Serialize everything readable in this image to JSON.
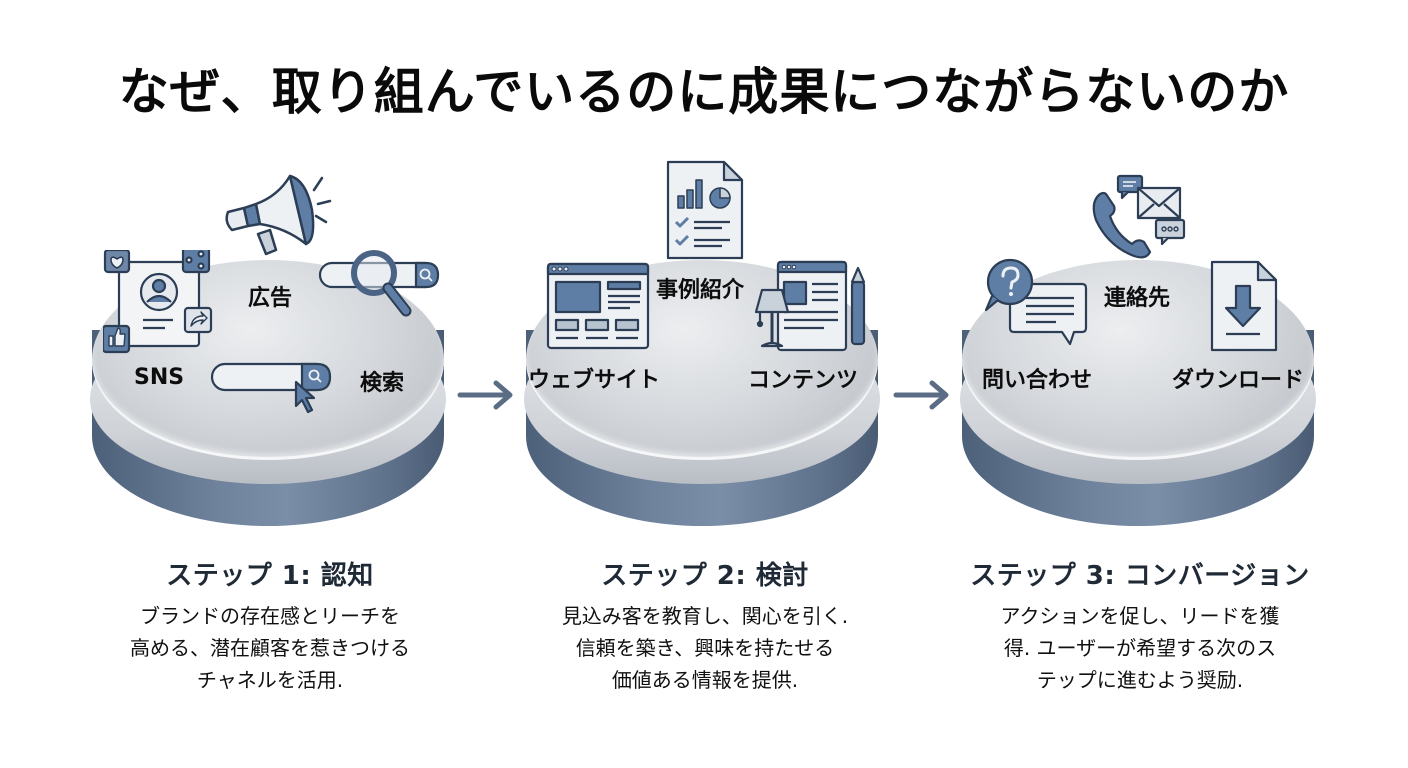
{
  "title": "なぜ、取り組んでいるのに成果につながらないのか",
  "colors": {
    "accent": "#5b7394",
    "icon_fill": "#5f7ea6",
    "icon_stroke": "#2c3e55",
    "disc_body": "#6a7d97",
    "disc_top": "#d3d6da",
    "arrow": "#5b6d85",
    "heading": "#1f2a36"
  },
  "steps": [
    {
      "heading": "ステップ 1: 認知",
      "description_lines": [
        "ブランドの存在感とリーチを",
        "高める、潜在顧客を惹きつける",
        "チャネルを活用."
      ],
      "items": [
        {
          "label": "SNS",
          "icon": "social-profile-icon"
        },
        {
          "label": "広告",
          "icon": "megaphone-icon"
        },
        {
          "label": "検索",
          "icon": "magnifier-search-bar-icon"
        }
      ],
      "extra_icons": [
        "search-bar-cursor-icon"
      ]
    },
    {
      "heading": "ステップ 2: 検討",
      "description_lines": [
        "見込み客を教育し、関心を引く.",
        "信頼を築き、興味を持たせる",
        "価値ある情報を提供."
      ],
      "items": [
        {
          "label": "ウェブサイト",
          "icon": "browser-window-icon"
        },
        {
          "label": "事例紹介",
          "icon": "report-document-icon"
        },
        {
          "label": "コンテンツ",
          "icon": "article-lamp-pencil-icon"
        }
      ]
    },
    {
      "heading": "ステップ 3: コンバージョン",
      "description_lines": [
        "アクションを促し、リードを獲",
        "得. ユーザーが希望する次のス",
        "テップに進むよう奨励."
      ],
      "items": [
        {
          "label": "問い合わせ",
          "icon": "question-chat-icon"
        },
        {
          "label": "連絡先",
          "icon": "phone-mail-icon"
        },
        {
          "label": "ダウンロード",
          "icon": "download-file-icon"
        }
      ]
    }
  ],
  "arrows": [
    "arrow-right",
    "arrow-right"
  ]
}
